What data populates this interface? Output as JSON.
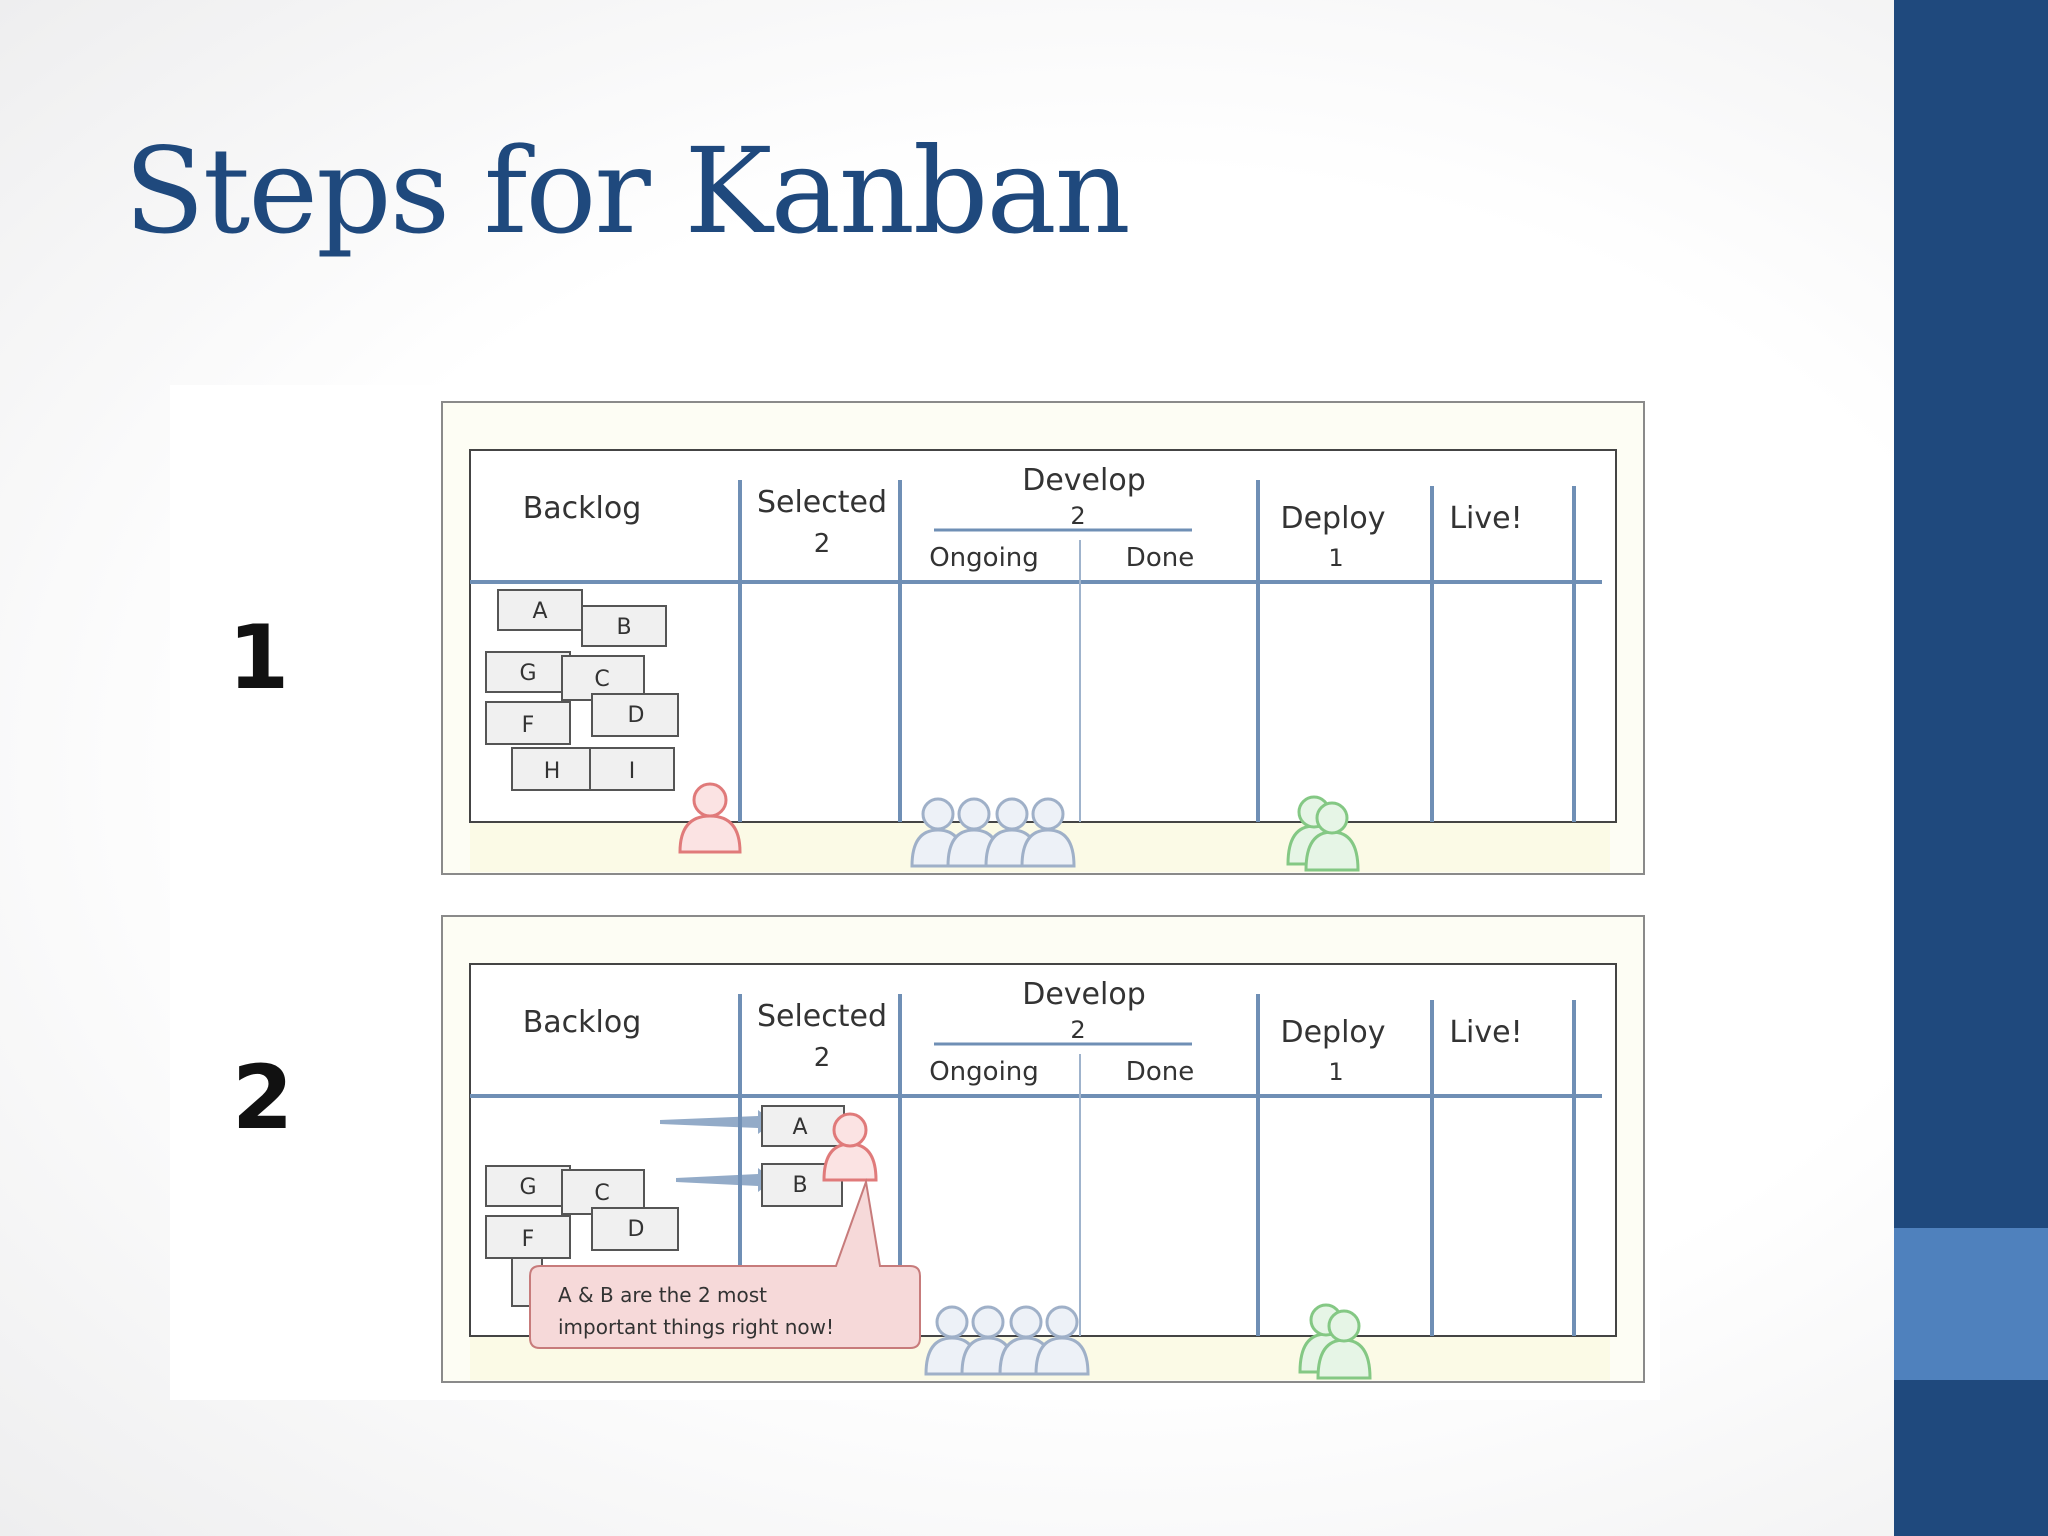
{
  "slide": {
    "title": "Steps for Kanban",
    "colors": {
      "title": "#1f497d",
      "accent_dark": "#1f497d",
      "accent_light": "#4f81bd"
    }
  },
  "boards": [
    {
      "step": "1",
      "headers": {
        "backlog": "Backlog",
        "selected": "Selected",
        "selected_limit": "2",
        "develop": "Develop",
        "develop_limit": "2",
        "ongoing": "Ongoing",
        "done": "Done",
        "deploy": "Deploy",
        "deploy_limit": "1",
        "live": "Live!"
      },
      "cards": [
        "A",
        "B",
        "G",
        "C",
        "F",
        "D",
        "H",
        "I"
      ],
      "selected_cards": []
    },
    {
      "step": "2",
      "headers": {
        "backlog": "Backlog",
        "selected": "Selected",
        "selected_limit": "2",
        "develop": "Develop",
        "develop_limit": "2",
        "ongoing": "Ongoing",
        "done": "Done",
        "deploy": "Deploy",
        "deploy_limit": "1",
        "live": "Live!"
      },
      "cards": [
        "G",
        "C",
        "F",
        "D"
      ],
      "selected_cards": [
        "A",
        "B"
      ],
      "callout": {
        "line1": "A & B are the 2 most",
        "line2": "important things right now!"
      }
    }
  ],
  "people_colors": {
    "product_owner": "#e07a7a",
    "developers": "#9fb0c8",
    "operations": "#84c884"
  }
}
